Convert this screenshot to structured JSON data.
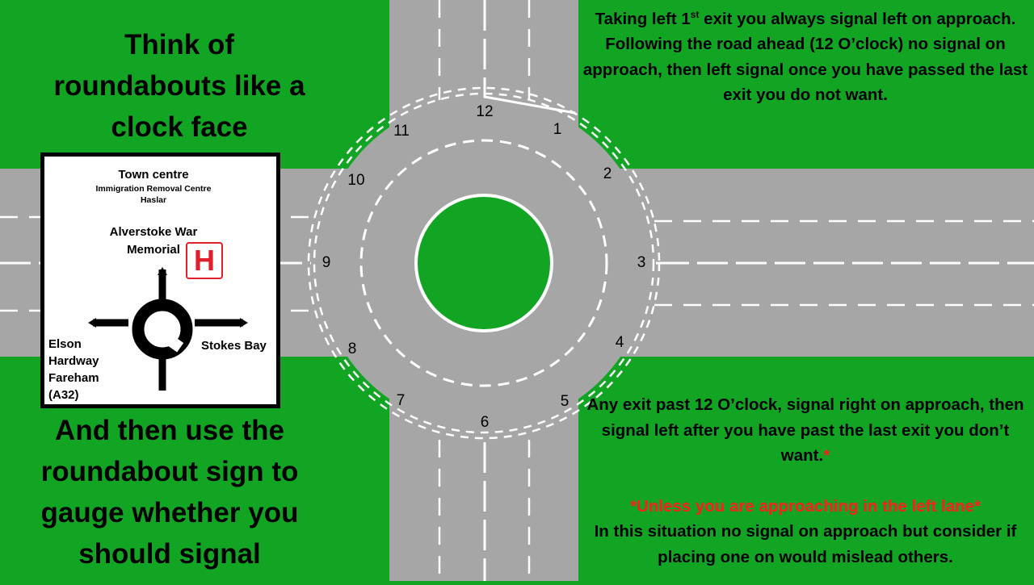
{
  "title": "Think of roundabouts  like a clock face",
  "bottom_left": "And then use the roundabout sign to gauge whether you should signal",
  "top_right": {
    "line1_pre": "Taking left 1",
    "line1_sup": "st",
    "line1_post": " exit you always signal left on approach.",
    "line2": "Following the road ahead (12 O’clock) no signal on approach, then left signal once you have passed the last exit you do not want."
  },
  "bottom_right": {
    "para1": "Any exit past 12 O’clock, signal right on approach, then signal left after you have past the last exit you don’t want.",
    "para1_star": "*",
    "exception": "*Unless you are approaching in the left lane*",
    "para2": "In this situation no signal on approach but consider if placing one on would mislead others."
  },
  "sign": {
    "top_destination": "Town centre",
    "top_sub": "Immigration Removal Centre Haslar",
    "top_memorial": "Alverstoke War Memorial",
    "hospital_symbol": "H",
    "left_destination": "Elson Hardway Fareham (A32)",
    "right_destination": "Stokes Bay"
  },
  "clock_positions": [
    "12",
    "1",
    "2",
    "3",
    "4",
    "5",
    "6",
    "7",
    "8",
    "9",
    "10",
    "11"
  ],
  "colors": {
    "grass": "#12a524",
    "road": "#a6a6a6",
    "marking": "#ffffff",
    "accent_red": "#ff1d1d"
  }
}
